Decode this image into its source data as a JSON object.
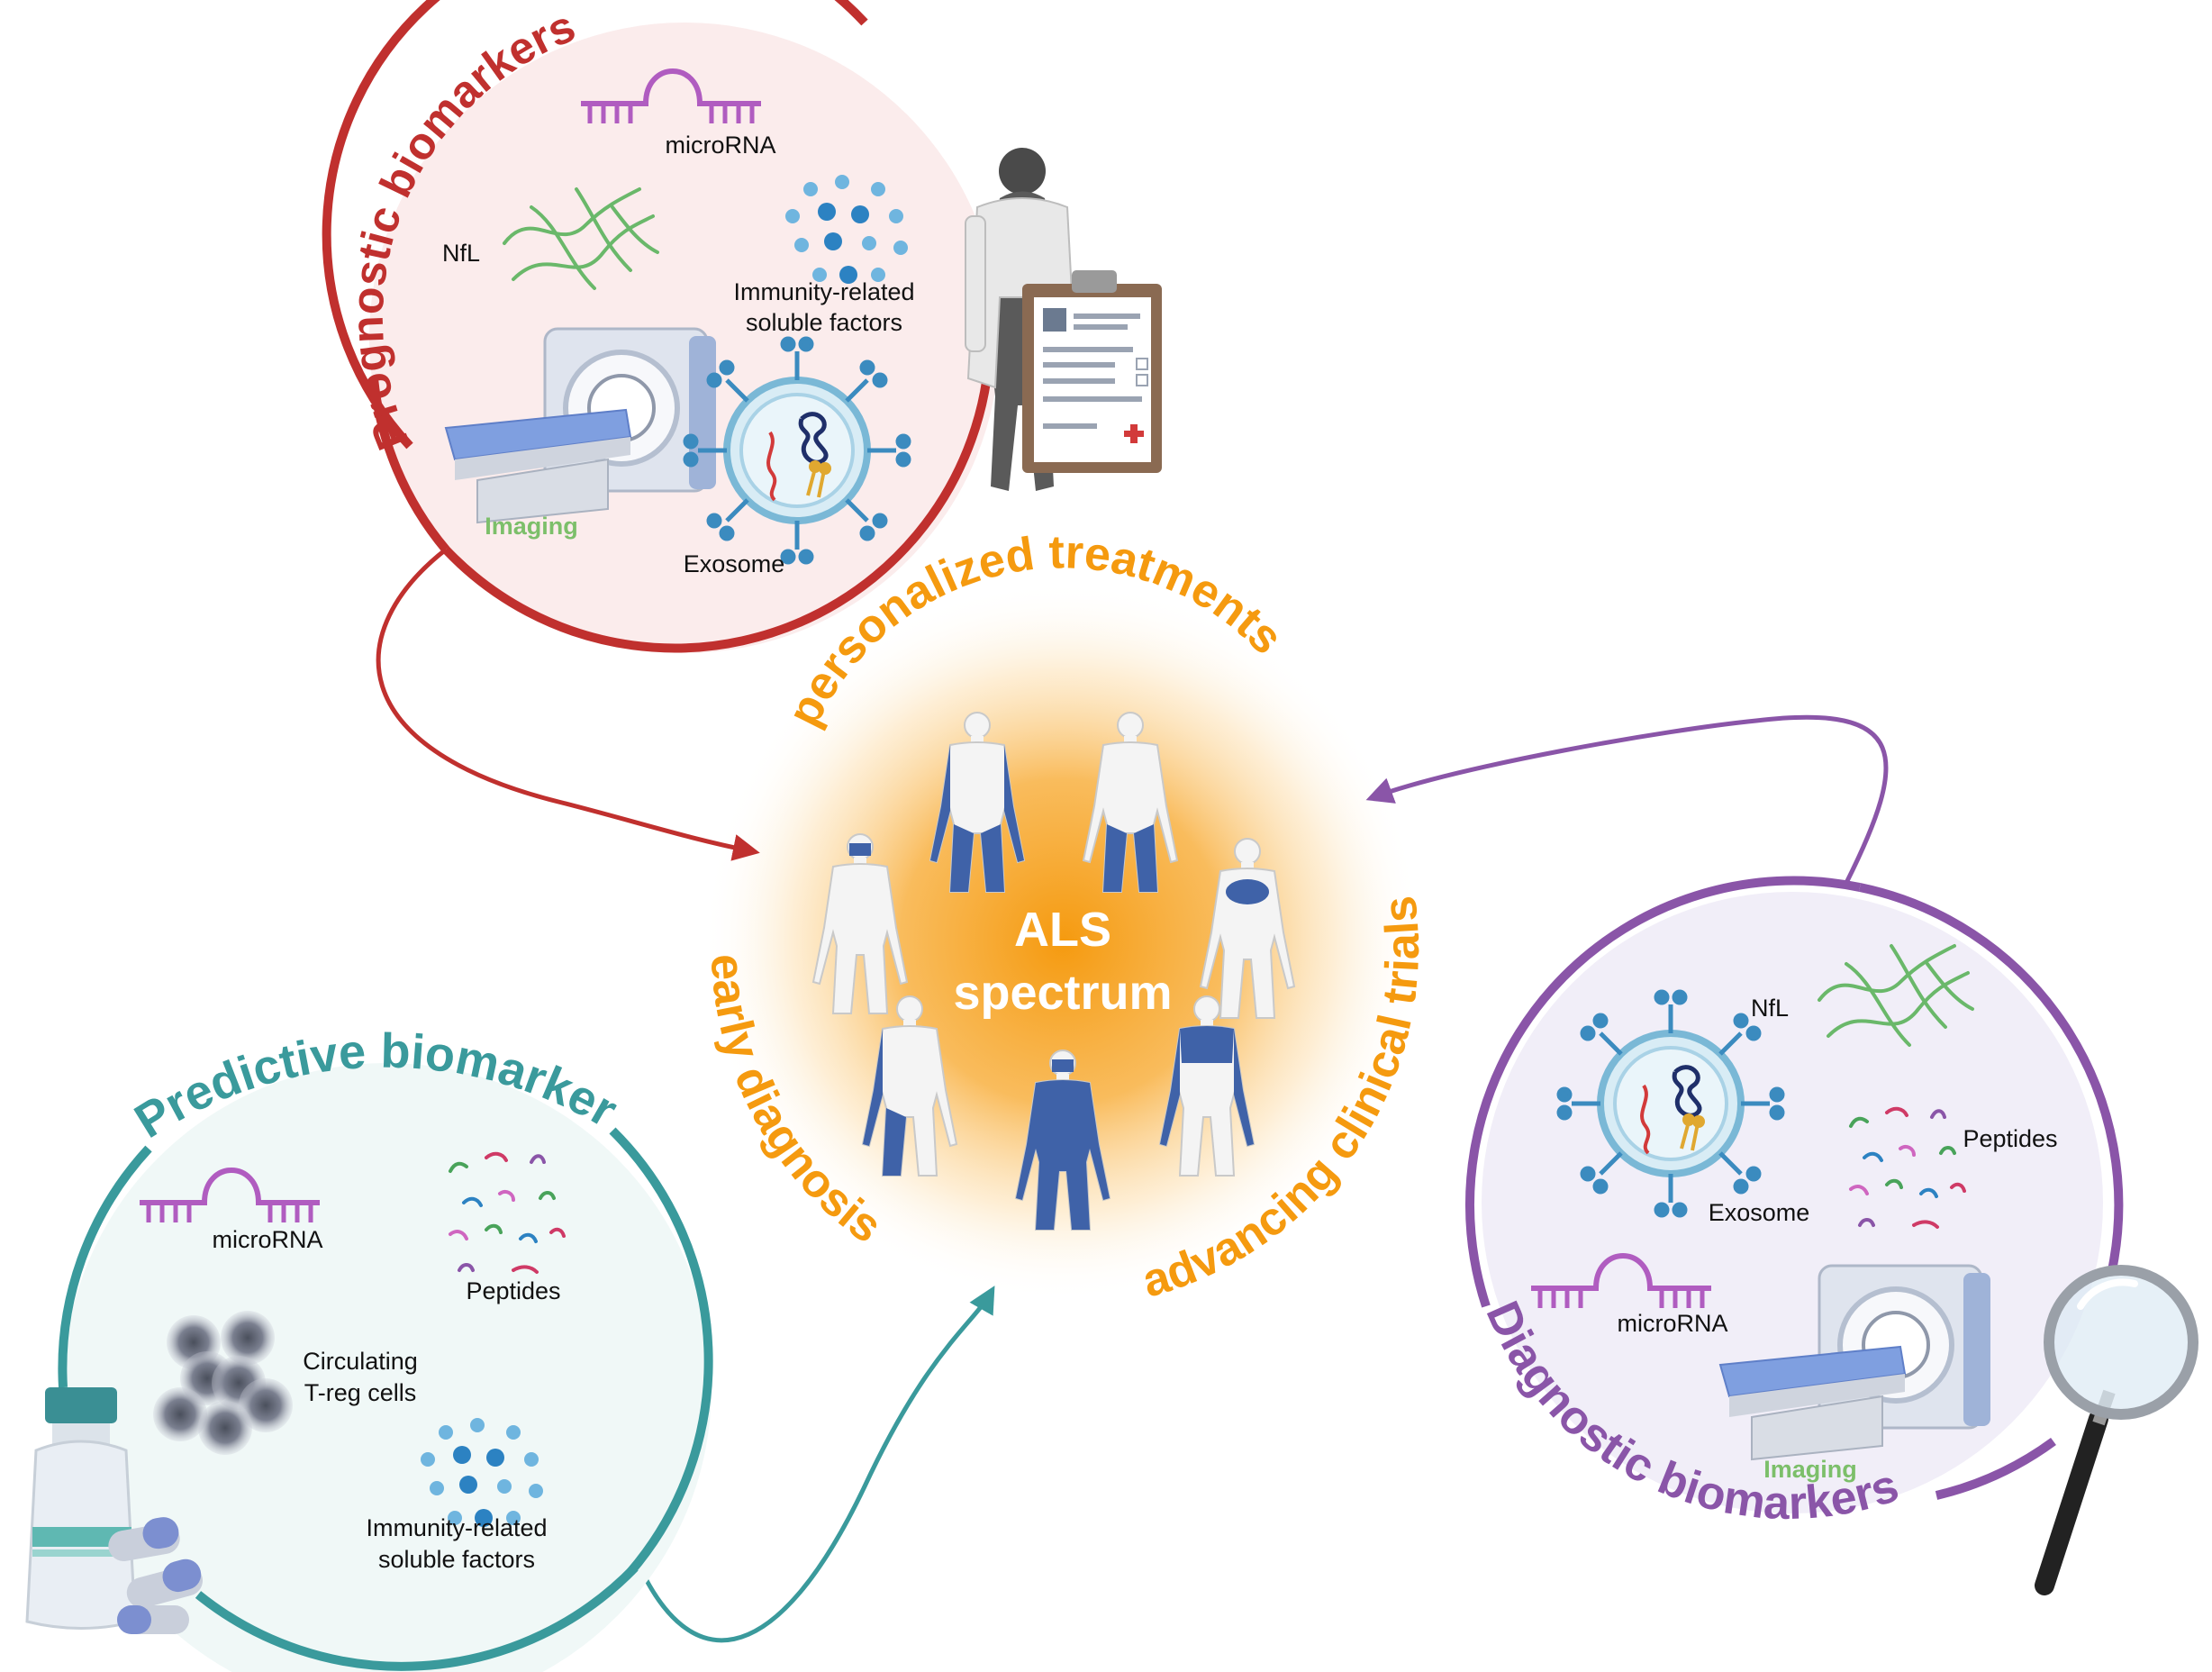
{
  "center": {
    "title_line1": "ALS",
    "title_line2": "spectrum",
    "outcomes": {
      "personalized": "personalized treatments",
      "early": "early diagnosis",
      "trials": "advancing clinical trials"
    }
  },
  "prognostic": {
    "title": "Prognostic biomarkers",
    "microrna": "microRNA",
    "nfl": "NfL",
    "immunity_line1": "Immunity-related",
    "immunity_line2": "soluble factors",
    "imaging": "Imaging",
    "exosome": "Exosome"
  },
  "predictive": {
    "title": "Predictive biomarkers",
    "microrna": "microRNA",
    "peptides": "Peptides",
    "treg_line1": "Circulating",
    "treg_line2": "T-reg cells",
    "immunity_line1": "Immunity-related",
    "immunity_line2": "soluble factors"
  },
  "diagnostic": {
    "title": "Diagnostic biomarkers",
    "nfl": "NfL",
    "exosome": "Exosome",
    "peptides": "Peptides",
    "microrna": "microRNA",
    "imaging": "Imaging"
  },
  "colors": {
    "prognostic": "#c0302e",
    "predictive": "#3a9a9c",
    "diagnostic": "#8a55a8",
    "orange": "#f59a0f",
    "body_blue": "#3f62a8",
    "imaging_green": "#7cbf6a",
    "microrna_purple": "#b05cc0",
    "nfl_green": "#6ab86a",
    "dots_blue": "#3d8fc9"
  },
  "icons": [
    "microrna-icon",
    "nfl-icon",
    "dots-icon",
    "scanner-icon",
    "exosome-icon",
    "doctor-icon",
    "clipboard-icon",
    "peptides-icon",
    "treg-cells-icon",
    "vial-icon",
    "pills-icon",
    "magnifier-icon",
    "human-figure-icon"
  ]
}
